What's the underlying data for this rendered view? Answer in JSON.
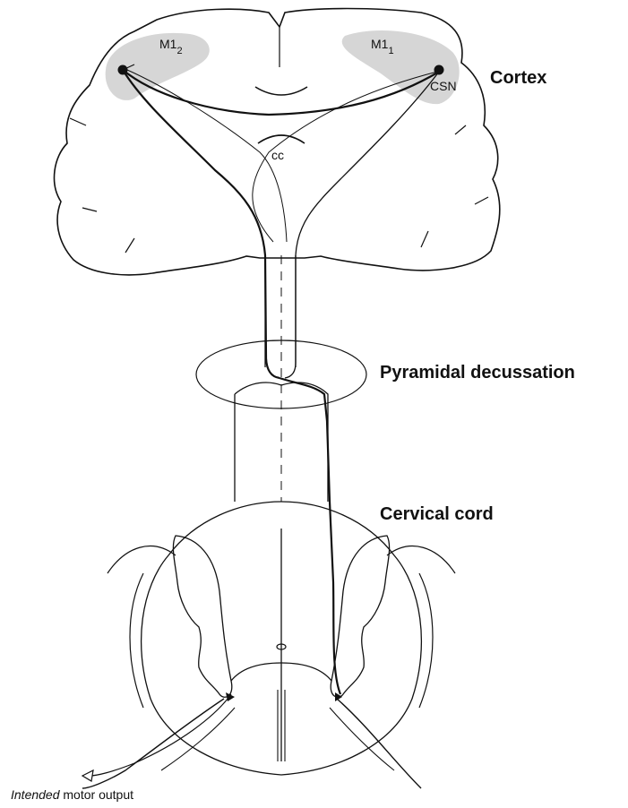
{
  "labels": {
    "m1_left_base": "M1",
    "m1_left_sub": "2",
    "m1_right_base": "M1",
    "m1_right_sub": "1",
    "csn": "CSN",
    "cc": "cc",
    "cortex": "Cortex",
    "pyramidal_decussation": "Pyramidal decussation",
    "cervical_cord": "Cervical cord",
    "caption_italic": "Intended",
    "caption_rest": " motor output"
  },
  "colors": {
    "line": "#111111",
    "motor_area_fill": "#d6d6d6"
  }
}
